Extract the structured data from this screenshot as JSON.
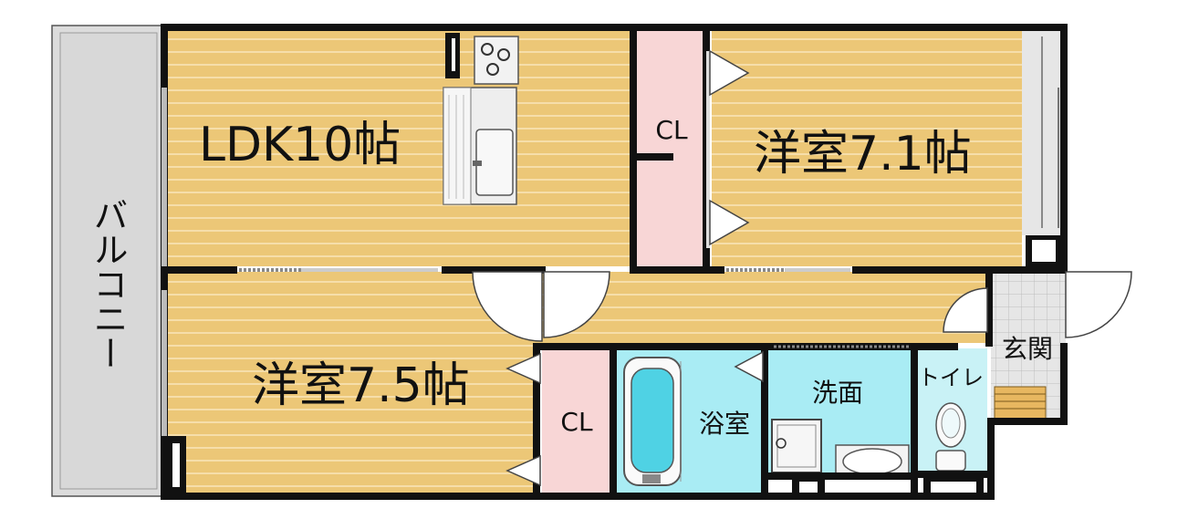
{
  "rooms": {
    "ldk": "LDK10帖",
    "west_top": "洋室7.1帖",
    "west_bottom": "洋室7.5帖",
    "closet_top": "CL",
    "closet_bottom": "CL",
    "bath": "浴室",
    "washroom": "洗面",
    "toilet": "トイレ",
    "entrance": "玄関",
    "balcony": "バルコニー"
  },
  "colors": {
    "floor_wood": "#ecc777",
    "floor_stripe": "#f7e3b4",
    "closet": "#f8d6d6",
    "wet_area": "#a9ecf4",
    "toilet_floor": "#c9f2f6",
    "balcony": "#dcdcdc",
    "wall": "#111111"
  }
}
